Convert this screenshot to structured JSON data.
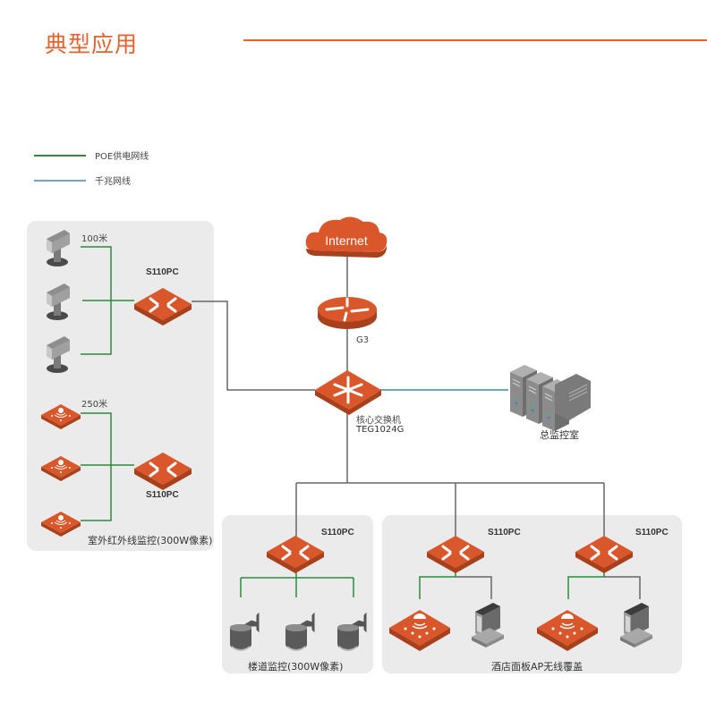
{
  "title": "典型应用",
  "legend": [
    {
      "label": "POE供电网线",
      "color": "#2e8b3e"
    },
    {
      "label": "千兆网线",
      "color": "#6aa8c8"
    }
  ],
  "colors": {
    "accent": "#e8602c",
    "device_orange": "#d9572a",
    "poe_line": "#2e8b3e",
    "gigabit_line": "#6aa8c8",
    "trunk_line": "#666666",
    "panel_bg": "#ebebeb"
  },
  "core": {
    "internet_label": "Internet",
    "router_label": "G3",
    "switch_label_line1": "核心交换机",
    "switch_label_line2": "TEG1024G",
    "monitor_room_label": "总监控室"
  },
  "outdoor": {
    "group1": {
      "distance": "100米",
      "switch": "S110PC",
      "device_count": 3,
      "device_type": "bullet-camera"
    },
    "group2": {
      "distance": "250米",
      "switch": "S110PC",
      "device_count": 3,
      "device_type": "ir-camera"
    },
    "caption": "室外红外线监控(300W像素)"
  },
  "corridor": {
    "switch": "S110PC",
    "device_count": 3,
    "device_type": "dome-camera",
    "caption": "楼道监控(300W像素)"
  },
  "hotel": {
    "switches": [
      "S110PC",
      "S110PC"
    ],
    "devices_per_switch": [
      "panel-ap",
      "pc"
    ],
    "caption": "酒店面板AP无线覆盖"
  }
}
